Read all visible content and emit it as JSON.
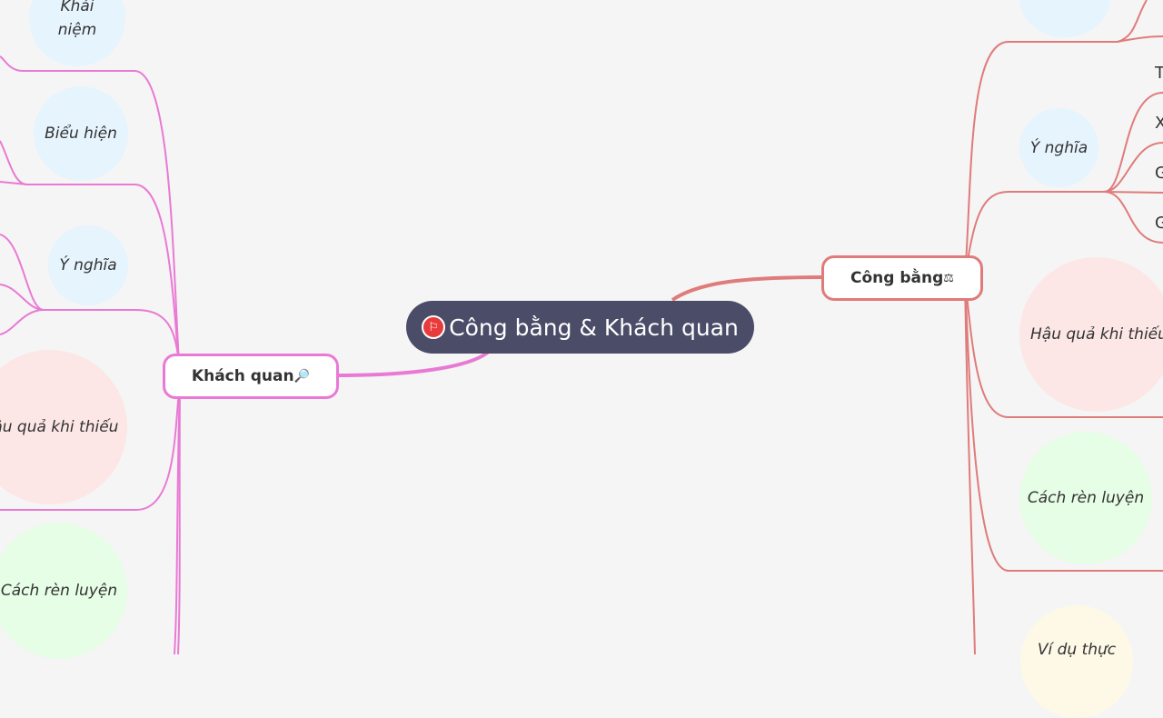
{
  "root": {
    "label": "Công bằng & Khách quan",
    "icon": "flag-icon",
    "color": "#4a4c68"
  },
  "branches": {
    "khach_quan": {
      "label": "Khách quan",
      "icon": "🔎",
      "color": "#e97ad4",
      "children": [
        "Khái niệm",
        "Biểu hiện",
        "Ý nghĩa",
        "Hậu quả khi thiếu",
        "Cách rèn luyện"
      ]
    },
    "cong_bang": {
      "label": "Công bằng",
      "icon": "⚖",
      "color": "#e07b7b",
      "children": [
        "Ý nghĩa",
        "Hậu quả khi thiếu",
        "Cách rèn luyện",
        "Ví dụ thực"
      ],
      "leaf_fragments": [
        "T",
        "X",
        "G",
        "G"
      ]
    }
  }
}
